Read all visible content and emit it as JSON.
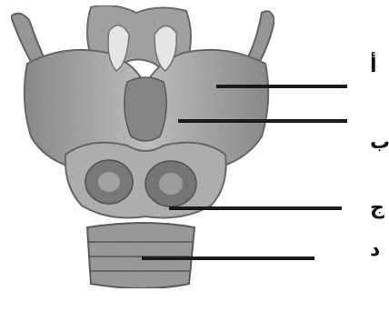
{
  "labels": {
    "a": "أ",
    "b": "ب",
    "c": "ج",
    "d": "د"
  },
  "icons": {
    "specimen": "larynx-anatomy-illustration"
  },
  "colors": {
    "tissue_light": "#c9c9c9",
    "tissue_mid": "#9a9a9a",
    "tissue_dark": "#5e5e5e",
    "leader_line": "#1a1a1a"
  }
}
